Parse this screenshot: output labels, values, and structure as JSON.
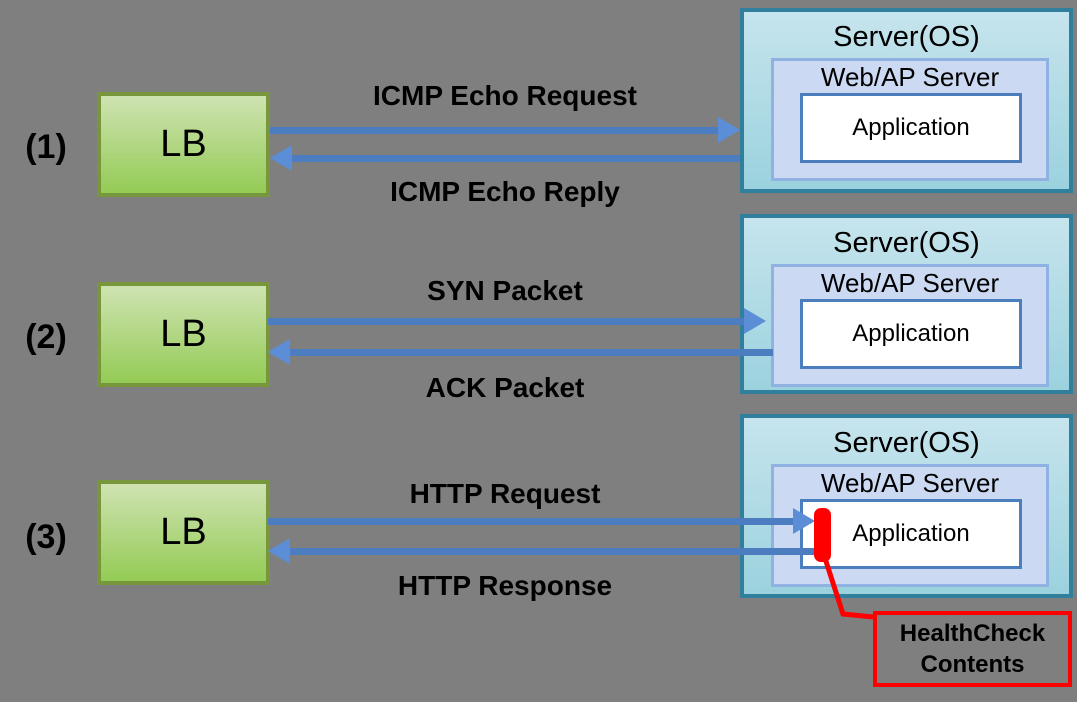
{
  "colors": {
    "background": "#7f7f7f",
    "text": "#000000",
    "lb_fill_top": "#cfe3b2",
    "lb_fill_bottom": "#94cb55",
    "lb_border": "#78973d",
    "server_fill_top": "#c6e4ed",
    "server_fill_bottom": "#9bd2de",
    "server_border": "#2f7f9d",
    "webap_fill": "#ccd9f2",
    "webap_border": "#8fb2e2",
    "app_fill": "#ffffff",
    "app_border": "#4a7ebc",
    "arrow_line": "#4b7dc0",
    "arrow_head": "#5b8ed6",
    "healthcheck_red": "#fe0000"
  },
  "rows": [
    {
      "index": "(1)",
      "lb": "LB",
      "request": "ICMP Echo Request",
      "reply": "ICMP Echo Reply",
      "server": {
        "os": "Server(OS)",
        "webap": "Web/AP Server",
        "app": "Application"
      },
      "probe_target": "server-os"
    },
    {
      "index": "(2)",
      "lb": "LB",
      "request": "SYN Packet",
      "reply": "ACK Packet",
      "server": {
        "os": "Server(OS)",
        "webap": "Web/AP Server",
        "app": "Application"
      },
      "probe_target": "webap-server"
    },
    {
      "index": "(3)",
      "lb": "LB",
      "request": "HTTP Request",
      "reply": "HTTP Response",
      "server": {
        "os": "Server(OS)",
        "webap": "Web/AP Server",
        "app": "Application"
      },
      "probe_target": "application"
    }
  ],
  "healthcheck": {
    "line1": "HealthCheck",
    "line2": "Contents"
  }
}
